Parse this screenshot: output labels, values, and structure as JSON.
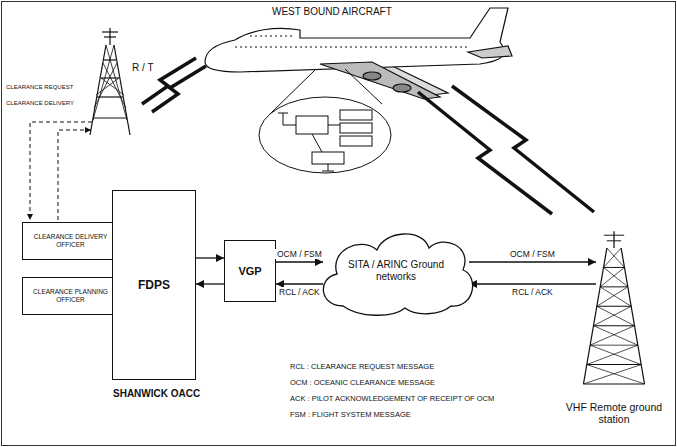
{
  "diagram": {
    "nodes": [
      {
        "text": [
          "CLEARANCE DELIVERY OFFICER"
        ]
      },
      {
        "text": [
          "CLEARANCE PLANNING OFFICER"
        ]
      },
      {
        "text": [
          "FDPS"
        ]
      },
      {
        "text": [
          "VGP"
        ]
      },
      {
        "text": [
          "SITA / ARINC Ground networks"
        ]
      },
      {
        "text": [
          "VHF Remote ground station"
        ]
      }
    ],
    "edges": [
      {
        "from": 2,
        "to": 3,
        "arrow": "to"
      },
      {
        "from": 3,
        "to": 2,
        "arrow": "to"
      },
      {
        "from": 3,
        "to": 4,
        "label": "OCM / FSM",
        "arrow": "to"
      },
      {
        "from": 4,
        "to": 3,
        "label": "RCL / ACK",
        "arrow": "to"
      },
      {
        "from": 4,
        "to": 5,
        "label": "OCM / FSM",
        "arrow": "to"
      },
      {
        "from": 5,
        "to": 4,
        "label": "RCL / ACK",
        "arrow": "to"
      }
    ],
    "labels": [
      "WEST BOUND AIRCRAFT",
      "R / T",
      "CLEARANCE REQUEST",
      "CLEARANCE DELIVERY",
      "SHANWICK OACC",
      "RCL : CLEARANCE REQUEST MESSAGE",
      "OCM : OCEANIC CLEARANCE MESSAGE",
      "ACK : PILOT ACKNOWLEDGEMENT OF RECEIPT OF OCM",
      "FSM : FLIGHT SYSTEM MESSAGE"
    ]
  }
}
